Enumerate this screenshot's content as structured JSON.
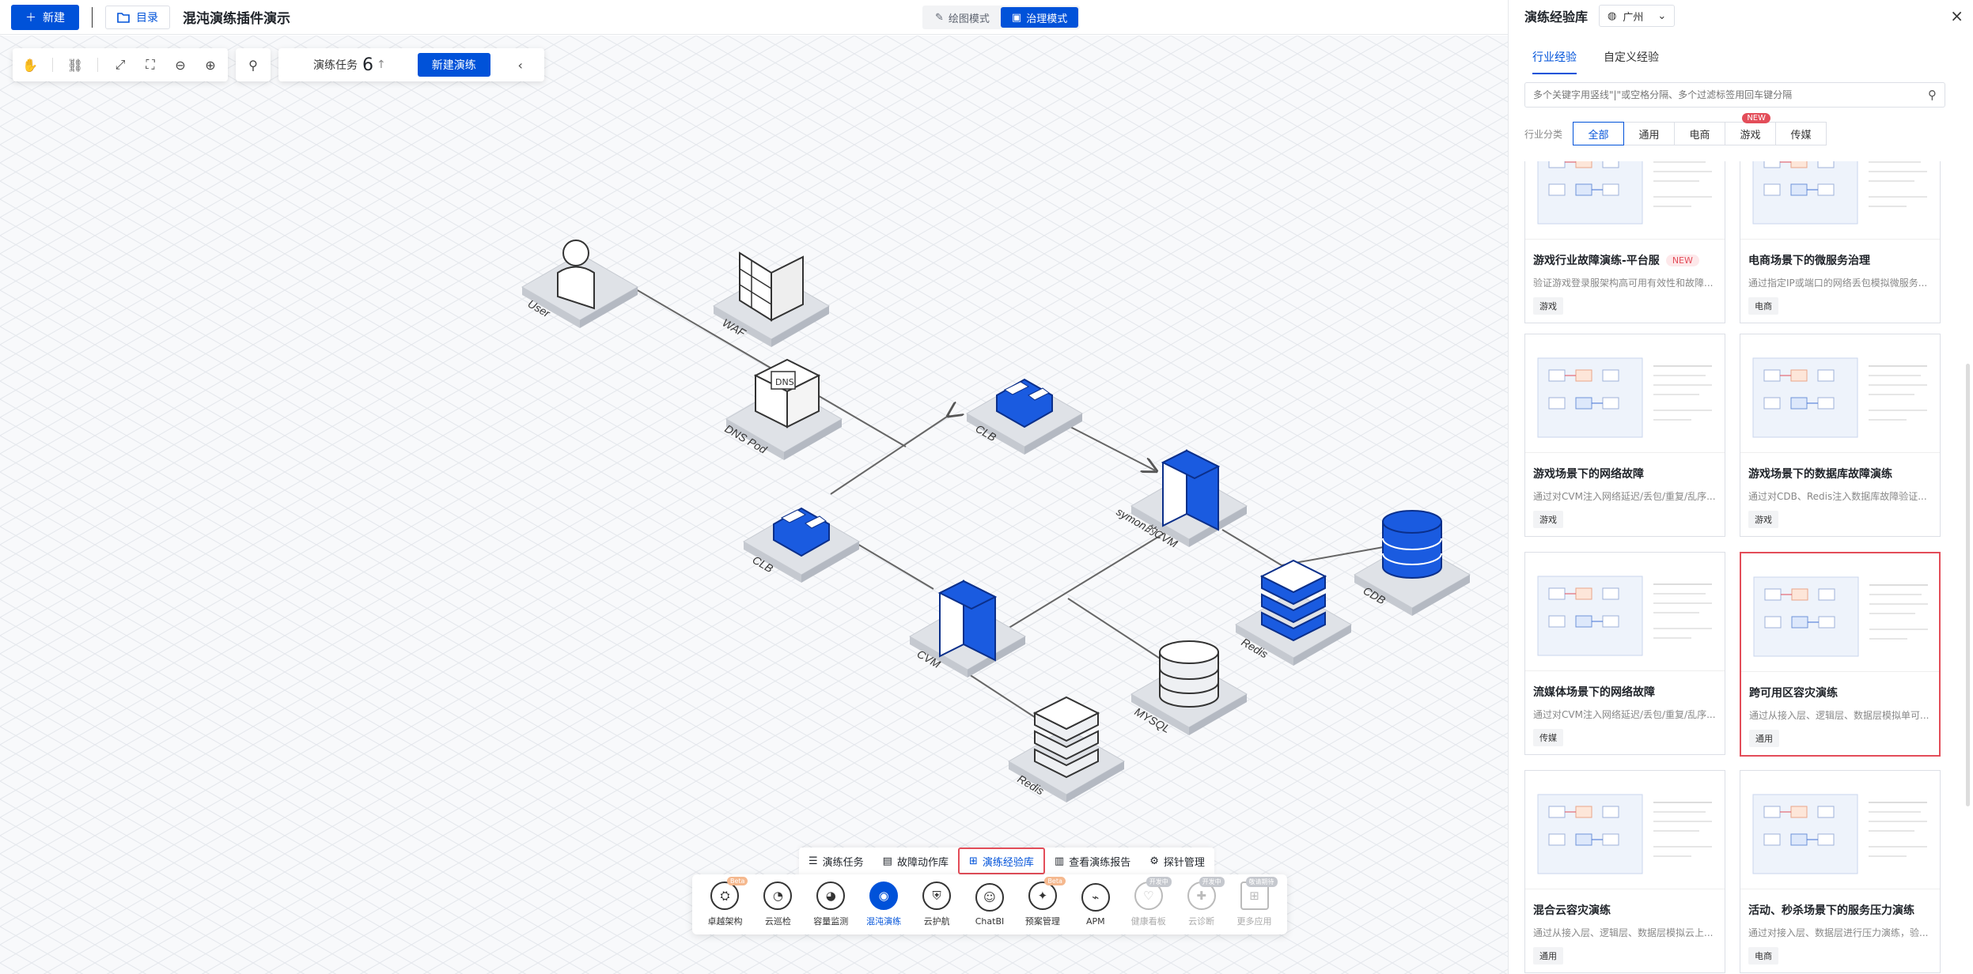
{
  "topbar": {
    "new_label": "新建",
    "dir_label": "目录",
    "title": "混沌演练插件演示",
    "modes": [
      {
        "label": "绘图模式",
        "active": false
      },
      {
        "label": "治理模式",
        "active": true
      }
    ]
  },
  "toolbar": {
    "task_label": "演练任务",
    "task_count": "6",
    "new_drill_label": "新建演练"
  },
  "diagram": {
    "nodes": [
      {
        "label": "User"
      },
      {
        "label": "WAF"
      },
      {
        "label": "DNS Pod"
      },
      {
        "label": "CLB"
      },
      {
        "label": "symon的CVM"
      },
      {
        "label": "CLB"
      },
      {
        "label": "CVM"
      },
      {
        "label": "Redis"
      },
      {
        "label": "CDB"
      },
      {
        "label": "MYSQL"
      },
      {
        "label": "Redis"
      }
    ],
    "dns_box_text": "DNS"
  },
  "bottom_tabs": [
    {
      "label": "演练任务",
      "icon": "list-icon",
      "active": false
    },
    {
      "label": "故障动作库",
      "icon": "library-icon",
      "active": false
    },
    {
      "label": "演练经验库",
      "icon": "grid-icon",
      "active": true
    },
    {
      "label": "查看演练报告",
      "icon": "report-icon",
      "active": false
    },
    {
      "label": "探针管理",
      "icon": "gear-icon",
      "active": false
    }
  ],
  "dock": [
    {
      "label": "卓越架构",
      "badge": "Beta",
      "state": "normal"
    },
    {
      "label": "云巡检",
      "badge": "",
      "state": "normal"
    },
    {
      "label": "容量监测",
      "badge": "",
      "state": "normal"
    },
    {
      "label": "混沌演练",
      "badge": "",
      "state": "active"
    },
    {
      "label": "云护航",
      "badge": "",
      "state": "normal"
    },
    {
      "label": "ChatBI",
      "badge": "",
      "state": "normal"
    },
    {
      "label": "预案管理",
      "badge": "Beta",
      "state": "normal"
    },
    {
      "label": "APM",
      "badge": "",
      "state": "normal"
    },
    {
      "label": "健康看板",
      "badge": "开发中",
      "state": "dim"
    },
    {
      "label": "云诊断",
      "badge": "开发中",
      "state": "dim"
    },
    {
      "label": "更多应用",
      "badge": "敬请期待",
      "state": "dim"
    }
  ],
  "panel": {
    "title": "演练经验库",
    "region": "广州",
    "tabs": [
      {
        "label": "行业经验",
        "active": true
      },
      {
        "label": "自定义经验",
        "active": false
      }
    ],
    "search_placeholder": "多个关键字用竖线\"|\"或空格分隔、多个过滤标签用回车键分隔",
    "category_label": "行业分类",
    "categories": [
      {
        "label": "全部",
        "active": true,
        "new": ""
      },
      {
        "label": "通用",
        "active": false,
        "new": ""
      },
      {
        "label": "电商",
        "active": false,
        "new": ""
      },
      {
        "label": "游戏",
        "active": false,
        "new": "NEW"
      },
      {
        "label": "传媒",
        "active": false,
        "new": ""
      }
    ],
    "cards": [
      {
        "title": "游戏行业故障演练-平台服",
        "new": "NEW",
        "desc": "验证游戏登录服架构高可用有效性和故障...",
        "tag": "游戏",
        "selected": false
      },
      {
        "title": "电商场景下的微服务治理",
        "new": "",
        "desc": "通过指定IP或端口的网络丢包模拟微服务...",
        "tag": "电商",
        "selected": false
      },
      {
        "title": "游戏场景下的网络故障",
        "new": "",
        "desc": "通过对CVM注入网络延迟/丢包/重复/乱序...",
        "tag": "游戏",
        "selected": false
      },
      {
        "title": "游戏场景下的数据库故障演练",
        "new": "",
        "desc": "通过对CDB、Redis注入数据库故障验证...",
        "tag": "游戏",
        "selected": false
      },
      {
        "title": "流媒体场景下的网络故障",
        "new": "",
        "desc": "通过对CVM注入网络延迟/丢包/重复/乱序...",
        "tag": "传媒",
        "selected": false
      },
      {
        "title": "跨可用区容灾演练",
        "new": "",
        "desc": "通过从接入层、逻辑层、数据层模拟单可...",
        "tag": "通用",
        "selected": true
      },
      {
        "title": "混合云容灾演练",
        "new": "",
        "desc": "通过从接入层、逻辑层、数据层模拟云上...",
        "tag": "通用",
        "selected": false
      },
      {
        "title": "活动、秒杀场景下的服务压力演练",
        "new": "",
        "desc": "通过对接入层、数据层进行压力演练，验...",
        "tag": "电商",
        "selected": false
      }
    ]
  }
}
